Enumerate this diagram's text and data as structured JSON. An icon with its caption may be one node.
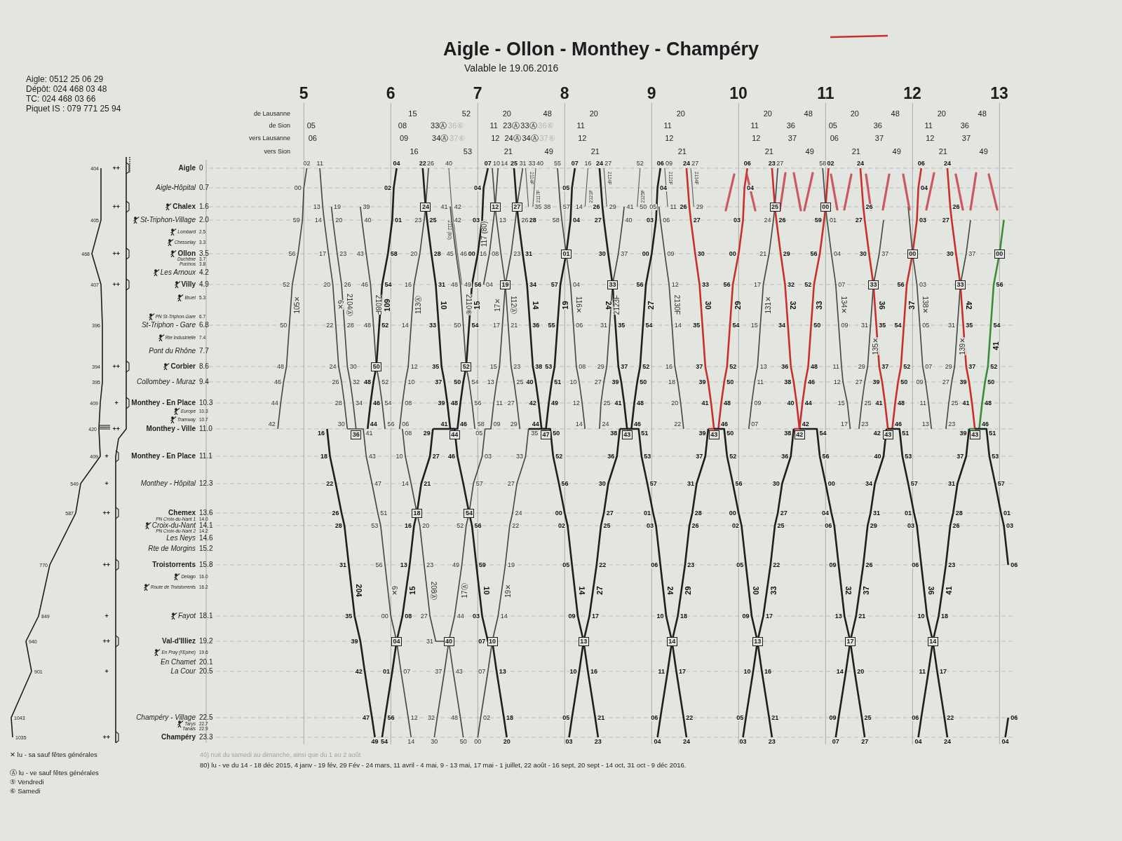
{
  "diagram": {
    "title": "Aigle - Ollon - Monthey - Champéry",
    "labels": [
      "Valable le 19.06.2016",
      "Aigle: 0512 25 06 29",
      "Dépôt: 024 468 03 48",
      "TC: 024 468 03 66",
      "Piquet IS : 079 771 25 94",
      "5",
      "6",
      "7",
      "8",
      "9",
      "10",
      "11",
      "12",
      "13",
      "de Lausanne",
      "15",
      "52",
      "20",
      "48",
      "20",
      "20",
      "20",
      "48",
      "20",
      "48",
      "20",
      "48",
      "de Sion",
      "05",
      "08",
      "33Ⓐ",
      "36⑥",
      "11",
      "23Ⓐ",
      "33Ⓐ",
      "36⑥",
      "11",
      "11",
      "11",
      "36",
      "05",
      "36",
      "11",
      "36",
      "vers Lausanne",
      "06",
      "09",
      "34Ⓐ",
      "37⑥",
      "12",
      "24Ⓐ",
      "34Ⓐ",
      "37⑥",
      "12",
      "12",
      "12",
      "37",
      "06",
      "37",
      "12",
      "37",
      "vers Sion",
      "16",
      "53",
      "21",
      "49",
      "21",
      "21",
      "21",
      "49",
      "21",
      "49",
      "21",
      "49",
      "404",
      "++",
      "Aigle",
      "0",
      "Aigle-Hôpital",
      "0.7",
      "++",
      "Chalex",
      "1.6",
      "405",
      "St-Triphon-Village",
      "2.0",
      "Lombard",
      "2.5",
      "Chesselay",
      "3.3",
      "468",
      "++",
      "Ollon",
      "3.5",
      "Duchêne",
      "3.7",
      "Pucinos",
      "3.8",
      "Les Arnoux",
      "4.2",
      "407",
      "++",
      "Villy",
      "4.9",
      "Bruet",
      "5.3",
      "PN St-Triphon-Gare",
      "6.7",
      "396",
      "St-Triphon - Gare",
      "6.8",
      "Rte Industrielle",
      "7.4",
      "Pont du Rhône",
      "7.7",
      "394",
      "++",
      "Corbier",
      "8.6",
      "395",
      "Collombey - Muraz",
      "9.4",
      "409",
      "+",
      "Monthey - En Place",
      "10.3",
      "Europe",
      "10.3",
      "Tramway",
      "10.7",
      "420",
      "++",
      "Monthey - Ville",
      "11.0",
      "409",
      "+",
      "Monthey - En Place",
      "11.1",
      "549",
      "+",
      "Monthey - Hôpital",
      "12.3",
      "587",
      "++",
      "Chemex",
      "13.6",
      "PN Croix-du-Nant 1",
      "14.0",
      "Croix-du-Nant",
      "14.1",
      "PN Croix-du-Nant 2",
      "14.2",
      "Les Neys",
      "14.6",
      "Rte de Morgins",
      "15.2",
      "770",
      "++",
      "Troistorrents",
      "15.8",
      "Delago",
      "16.0",
      "Route de Troistorrents",
      "16.2",
      "849",
      "+",
      "Fayot",
      "18.1",
      "940",
      "++",
      "Val-d'Illiez",
      "19.2",
      "En Pray (l'Epine)",
      "19.6",
      "En Chamet",
      "20.1",
      "901",
      "+",
      "La Cour",
      "20.5",
      "1043",
      "Champéry - Village",
      "22.5",
      "Tarys",
      "22.7",
      "Tanais",
      "22.9",
      "1035",
      "++",
      "Champéry",
      "23.3",
      "105✕",
      "42",
      "44",
      "46",
      "48",
      "50",
      "52",
      "56",
      "59",
      "00",
      "02",
      "6✕",
      "11",
      "13",
      "14",
      "17",
      "20",
      "22",
      "24",
      "26",
      "28",
      "30",
      "2104Ⓐ",
      "19",
      "20",
      "23",
      "26",
      "28",
      "30",
      "32",
      "34",
      "2108F",
      "39",
      "40",
      "43",
      "46",
      "48",
      "52",
      "54",
      "56",
      "109",
      "44",
      "46",
      "48",
      "52",
      "54",
      "58",
      "01",
      "02",
      "04",
      "113Ⓐ",
      "06",
      "08",
      "10",
      "12",
      "14",
      "16",
      "20",
      "23",
      "26",
      "10",
      "22",
      "25",
      "28",
      "31",
      "33",
      "35",
      "37",
      "39",
      "41",
      "2112 (80)",
      "40",
      "42",
      "46",
      "49",
      "2110⑥",
      "41",
      "42",
      "45",
      "48",
      "50",
      "54",
      "56",
      "58",
      "15",
      "46",
      "48",
      "50",
      "54",
      "56",
      "00",
      "03",
      "04",
      "07",
      "117 (80)",
      "04",
      "08",
      "14",
      "112Ⓐ",
      "10",
      "13",
      "16",
      "21",
      "23",
      "25",
      "27",
      "29",
      "17✕",
      "09",
      "11",
      "13",
      "15",
      "17",
      "23",
      "26",
      "31",
      "14",
      "25",
      "28",
      "31",
      "34",
      "36",
      "38",
      "40",
      "42",
      "44",
      "2114F",
      "33",
      "35",
      "2117F",
      "38",
      "40",
      "19",
      "49",
      "51",
      "53",
      "55",
      "57",
      "04",
      "05",
      "07",
      "116✕",
      "55",
      "57",
      "58",
      "04",
      "06",
      "08",
      "10",
      "12",
      "14",
      "2121F",
      "14",
      "16",
      "2123F",
      "24",
      "25",
      "27",
      "29",
      "31",
      "37",
      "40",
      "41",
      "2124F",
      "27",
      "29",
      "24",
      "24",
      "26",
      "27",
      "30",
      "35",
      "37",
      "39",
      "41",
      "2125F",
      "50",
      "52",
      "27",
      "46",
      "48",
      "50",
      "52",
      "54",
      "56",
      "00",
      "03",
      "04",
      "06",
      "2122F",
      "09",
      "11",
      "2130F",
      "05",
      "06",
      "09",
      "12",
      "14",
      "16",
      "18",
      "20",
      "22",
      "30",
      "24",
      "26",
      "27",
      "30",
      "33",
      "35",
      "37",
      "39",
      "41",
      "2134F",
      "27",
      "29",
      "29",
      "46",
      "48",
      "50",
      "52",
      "54",
      "56",
      "00",
      "03",
      "04",
      "06",
      "131✕",
      "07",
      "09",
      "11",
      "13",
      "15",
      "17",
      "21",
      "24",
      "27",
      "32",
      "23",
      "26",
      "29",
      "32",
      "34",
      "36",
      "38",
      "40",
      "33",
      "42",
      "44",
      "46",
      "48",
      "50",
      "52",
      "56",
      "59",
      "02",
      "134✕",
      "58",
      "01",
      "04",
      "07",
      "09",
      "11",
      "12",
      "15",
      "17",
      "135✕",
      "23",
      "25",
      "27",
      "29",
      "31",
      "37",
      "36",
      "24",
      "26",
      "27",
      "30",
      "35",
      "37",
      "39",
      "41",
      "37",
      "46",
      "48",
      "50",
      "52",
      "54",
      "56",
      "03",
      "04",
      "06",
      "138✕",
      "03",
      "05",
      "07",
      "09",
      "11",
      "13",
      "139✕",
      "23",
      "25",
      "27",
      "29",
      "31",
      "37",
      "42",
      "24",
      "26",
      "27",
      "30",
      "35",
      "37",
      "39",
      "41",
      "41",
      "46",
      "48",
      "50",
      "52",
      "54",
      "56",
      "204",
      "16",
      "18",
      "22",
      "26",
      "28",
      "31",
      "35",
      "39",
      "42",
      "47",
      "49",
      "6✕",
      "41",
      "43",
      "47",
      "51",
      "53",
      "56",
      "00",
      "07",
      "12",
      "14",
      "15",
      "54",
      "56",
      "01",
      "08",
      "13",
      "16",
      "21",
      "27",
      "29",
      "208Ⓐ",
      "08",
      "10",
      "14",
      "20",
      "23",
      "27",
      "31",
      "43",
      "48",
      "50",
      "10",
      "46",
      "56",
      "59",
      "03",
      "07",
      "13",
      "18",
      "20",
      "17Ⓐ",
      "30",
      "32",
      "37",
      "44",
      "49",
      "52",
      "57",
      "03",
      "05",
      "19✕",
      "00",
      "02",
      "07",
      "14",
      "19",
      "22",
      "24",
      "27",
      "33",
      "35",
      "14",
      "50",
      "52",
      "56",
      "00",
      "02",
      "05",
      "09",
      "16",
      "21",
      "23",
      "27",
      "03",
      "05",
      "10",
      "17",
      "22",
      "25",
      "27",
      "30",
      "36",
      "38",
      "24",
      "51",
      "53",
      "57",
      "01",
      "03",
      "06",
      "10",
      "17",
      "22",
      "24",
      "29",
      "04",
      "06",
      "11",
      "18",
      "23",
      "26",
      "28",
      "31",
      "37",
      "39",
      "30",
      "50",
      "52",
      "56",
      "00",
      "02",
      "05",
      "09",
      "16",
      "21",
      "23",
      "33",
      "03",
      "05",
      "10",
      "17",
      "22",
      "25",
      "27",
      "30",
      "36",
      "38",
      "32",
      "54",
      "56",
      "00",
      "04",
      "06",
      "09",
      "13",
      "20",
      "25",
      "27",
      "37",
      "07",
      "09",
      "14",
      "21",
      "26",
      "29",
      "31",
      "34",
      "40",
      "42",
      "36",
      "51",
      "53",
      "57",
      "01",
      "03",
      "06",
      "10",
      "17",
      "22",
      "24",
      "41",
      "04",
      "06",
      "11",
      "18",
      "23",
      "26",
      "28",
      "31",
      "37",
      "39",
      "51",
      "53",
      "57",
      "01",
      "03",
      "06",
      "04",
      "06",
      "36",
      "50",
      "24",
      "52",
      "12",
      "19",
      "27",
      "47",
      "01",
      "33",
      "43",
      "43",
      "25",
      "42",
      "00",
      "33",
      "43",
      "00",
      "33",
      "43",
      "00",
      "04",
      "18",
      "40",
      "44",
      "54",
      "10",
      "13",
      "14",
      "13",
      "17",
      "14",
      "✕ lu - sa sauf fêtes générales",
      "40) nuit du samedi au dimanche, ainsi que du 1 au 2 août",
      "80) lu - ve du 14 - 18 déc 2015, 4 janv - 19 fév, 29 Fév - 24 mars, 11 avril - 4 mai, 9 - 13 mai, 17 mai - 1 juillet, 22 août - 16 sept, 20 sept - 14 oct, 31 oct - 9 déc 2016.",
      "Ⓐ lu - ve sauf fêtes générales",
      "⑤ Vendredi",
      "⑥ Samedi"
    ]
  }
}
